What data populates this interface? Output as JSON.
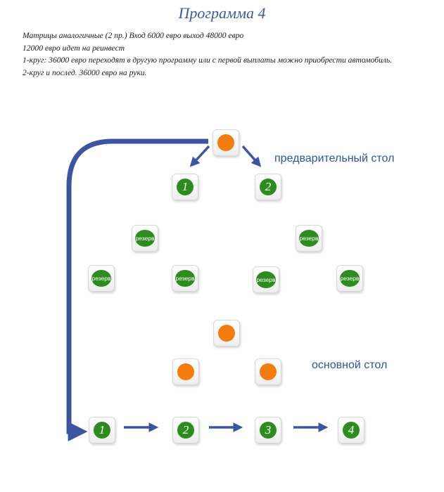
{
  "title": "Программа 4",
  "description": [
    "Матрицы аналогичные (2 пр.) Вход 6000 евро выход 48000 евро",
    "12000 евро идет на реинвест",
    "1-круг: 36000 евро переходят в другую программу или с первой выплаты можно приобрести автомобиль.",
    "2-круг и послед. 36000 евро на руки."
  ],
  "preliminary_table_label": "предварительный стол",
  "main_table_label": "основной стол",
  "preliminary_numbers": [
    "1",
    "2"
  ],
  "reserve_label": "резерв",
  "main_numbers": [
    "1",
    "2",
    "3",
    "4"
  ],
  "colors": {
    "arrow": "#3b55a3",
    "green": "#2e8b1f",
    "orange": "#f47c0e",
    "label": "#2c56a0"
  }
}
